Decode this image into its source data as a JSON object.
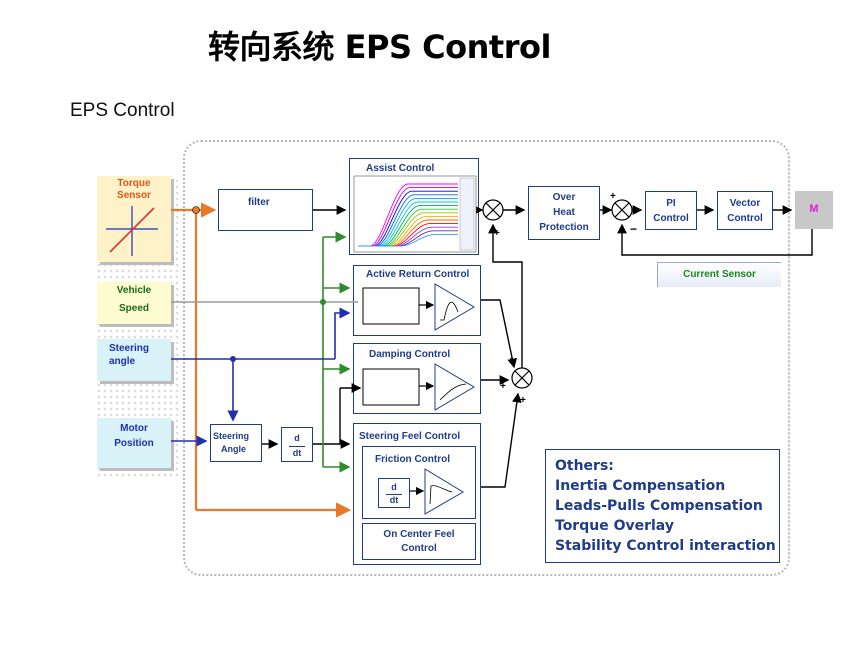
{
  "title": "转向系统 EPS Control",
  "subtitle": "EPS Control",
  "inputs": {
    "torque_sensor": [
      "Torque",
      "Sensor"
    ],
    "vehicle_speed": [
      "Vehicle",
      "Speed"
    ],
    "steering_angle": [
      "Steering",
      "angle"
    ],
    "motor_position": [
      "Motor",
      "Position"
    ]
  },
  "blocks": {
    "filter": "filter",
    "assist_control": "Assist Control",
    "over_heat": [
      "Over",
      "Heat",
      "Protection"
    ],
    "pi_control": [
      "PI",
      "Control"
    ],
    "vector_control": [
      "Vector",
      "Control"
    ],
    "motor": "M",
    "current_sensor": "Current Sensor",
    "active_return": "Active Return Control",
    "damping": "Damping Control",
    "steering_angle_block": [
      "Steering",
      "Angle"
    ],
    "derivative": [
      "d",
      "dt"
    ],
    "steering_feel": "Steering Feel Control",
    "friction": "Friction Control",
    "on_center": [
      "On Center Feel",
      "Control"
    ]
  },
  "signs": {
    "plus": "+",
    "minus": "−"
  },
  "others": {
    "heading": "Others:",
    "items": [
      "Inertia Compensation",
      "Leads-Pulls Compensation",
      "Torque Overlay",
      "Stability Control interaction"
    ]
  },
  "colors": {
    "orange": "#e8782a",
    "green": "#2e8b2e",
    "blue": "#1f2fb0",
    "navy": "#1f3c88",
    "gray": "#9a9a9a"
  }
}
